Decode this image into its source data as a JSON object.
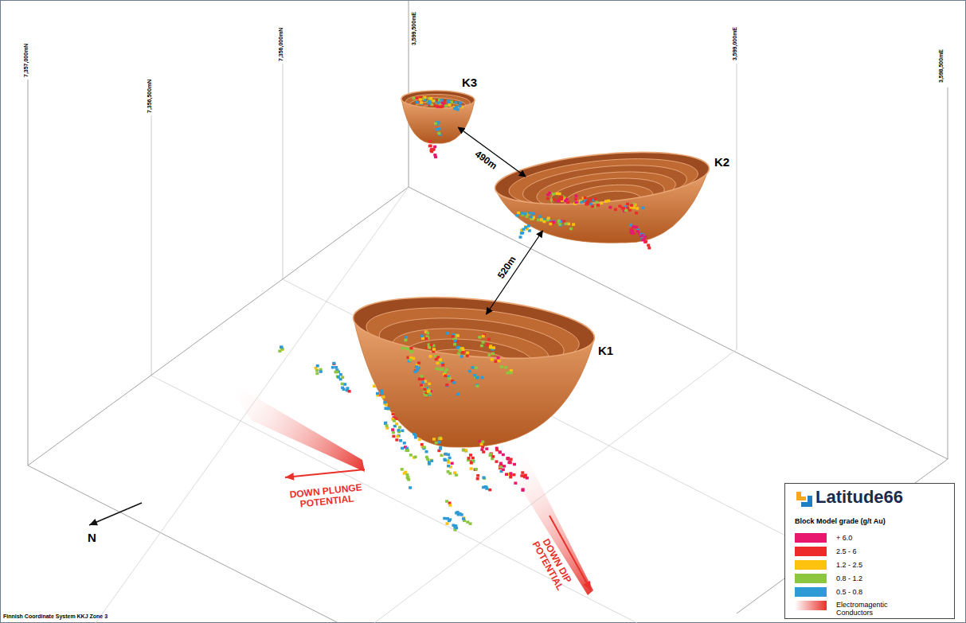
{
  "diagram": {
    "nodes": [
      {
        "text": [
          "K3"
        ]
      },
      {
        "text": [
          "K2"
        ]
      },
      {
        "text": [
          "K1"
        ]
      }
    ],
    "edges": [
      {
        "from": 0,
        "to": 1,
        "arrow": "both",
        "label": "490m"
      },
      {
        "from": 1,
        "to": 2,
        "arrow": "both",
        "label": "520m"
      }
    ],
    "labels": [
      "7,357,000mN",
      "7,356,500mN",
      "7,356,000mN",
      "3,599,500mE",
      "3,599,000mE",
      "3,598,500mE",
      "DOWN PLUNGE POTENTIAL",
      "DOWN DIP POTENTIAL",
      "N",
      "Latitude66",
      "Block Model grade (g/t Au)",
      "Finnish Coordinate System KKJ Zone 3"
    ],
    "legend": [
      {
        "text": "+ 6.0",
        "color": "#e8186f"
      },
      {
        "text": "2.5 - 6",
        "color": "#ee2b2b"
      },
      {
        "text": "1.2 - 2.5",
        "color": "#fdc20e"
      },
      {
        "text": "0.8 - 1.2",
        "color": "#8cc63e"
      },
      {
        "text": "0.5 - 0.8",
        "color": "#2e9bd6"
      },
      {
        "text": "Electromagentic Conductors"
      }
    ]
  }
}
